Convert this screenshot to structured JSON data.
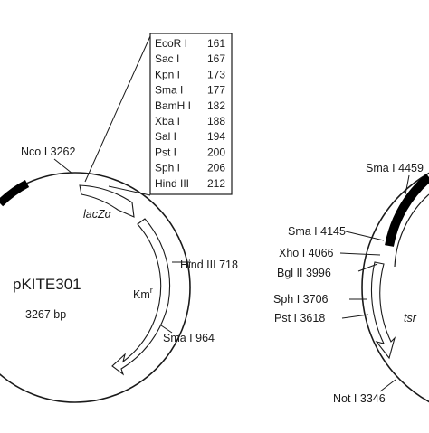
{
  "colors": {
    "ink": "#1a1a1a",
    "background": "#ffffff",
    "marker": "#000000"
  },
  "left_plasmid": {
    "name": "pKITE301",
    "size": "3267 bp",
    "genes": {
      "lacz": {
        "text": "lacZ",
        "suffix": "α"
      },
      "km": {
        "text": "Km",
        "suffix": "r"
      }
    },
    "sites": {
      "nco": "Nco I 3262",
      "hind": "Hind III 718",
      "sma": "Sma I 964"
    },
    "mcs": [
      {
        "name": "EcoR I",
        "pos": "161"
      },
      {
        "name": "Sac I",
        "pos": "167"
      },
      {
        "name": "Kpn I",
        "pos": "173"
      },
      {
        "name": "Sma I",
        "pos": "177"
      },
      {
        "name": "BamH I",
        "pos": "182"
      },
      {
        "name": "Xba I",
        "pos": "188"
      },
      {
        "name": "Sal I",
        "pos": "194"
      },
      {
        "name": "Pst I",
        "pos": "200"
      },
      {
        "name": "Sph I",
        "pos": "206"
      },
      {
        "name": "Hind III",
        "pos": "212"
      }
    ]
  },
  "right_plasmid": {
    "genes": {
      "tsr": "tsr"
    },
    "sites": {
      "sma_top": "Sma I 4459",
      "sma": "Sma I 4145",
      "xho": "Xho I 4066",
      "bgl": "Bgl II 3996",
      "sph": "Sph I 3706",
      "pst": "Pst I 3618",
      "not": "Not I 3346"
    }
  }
}
